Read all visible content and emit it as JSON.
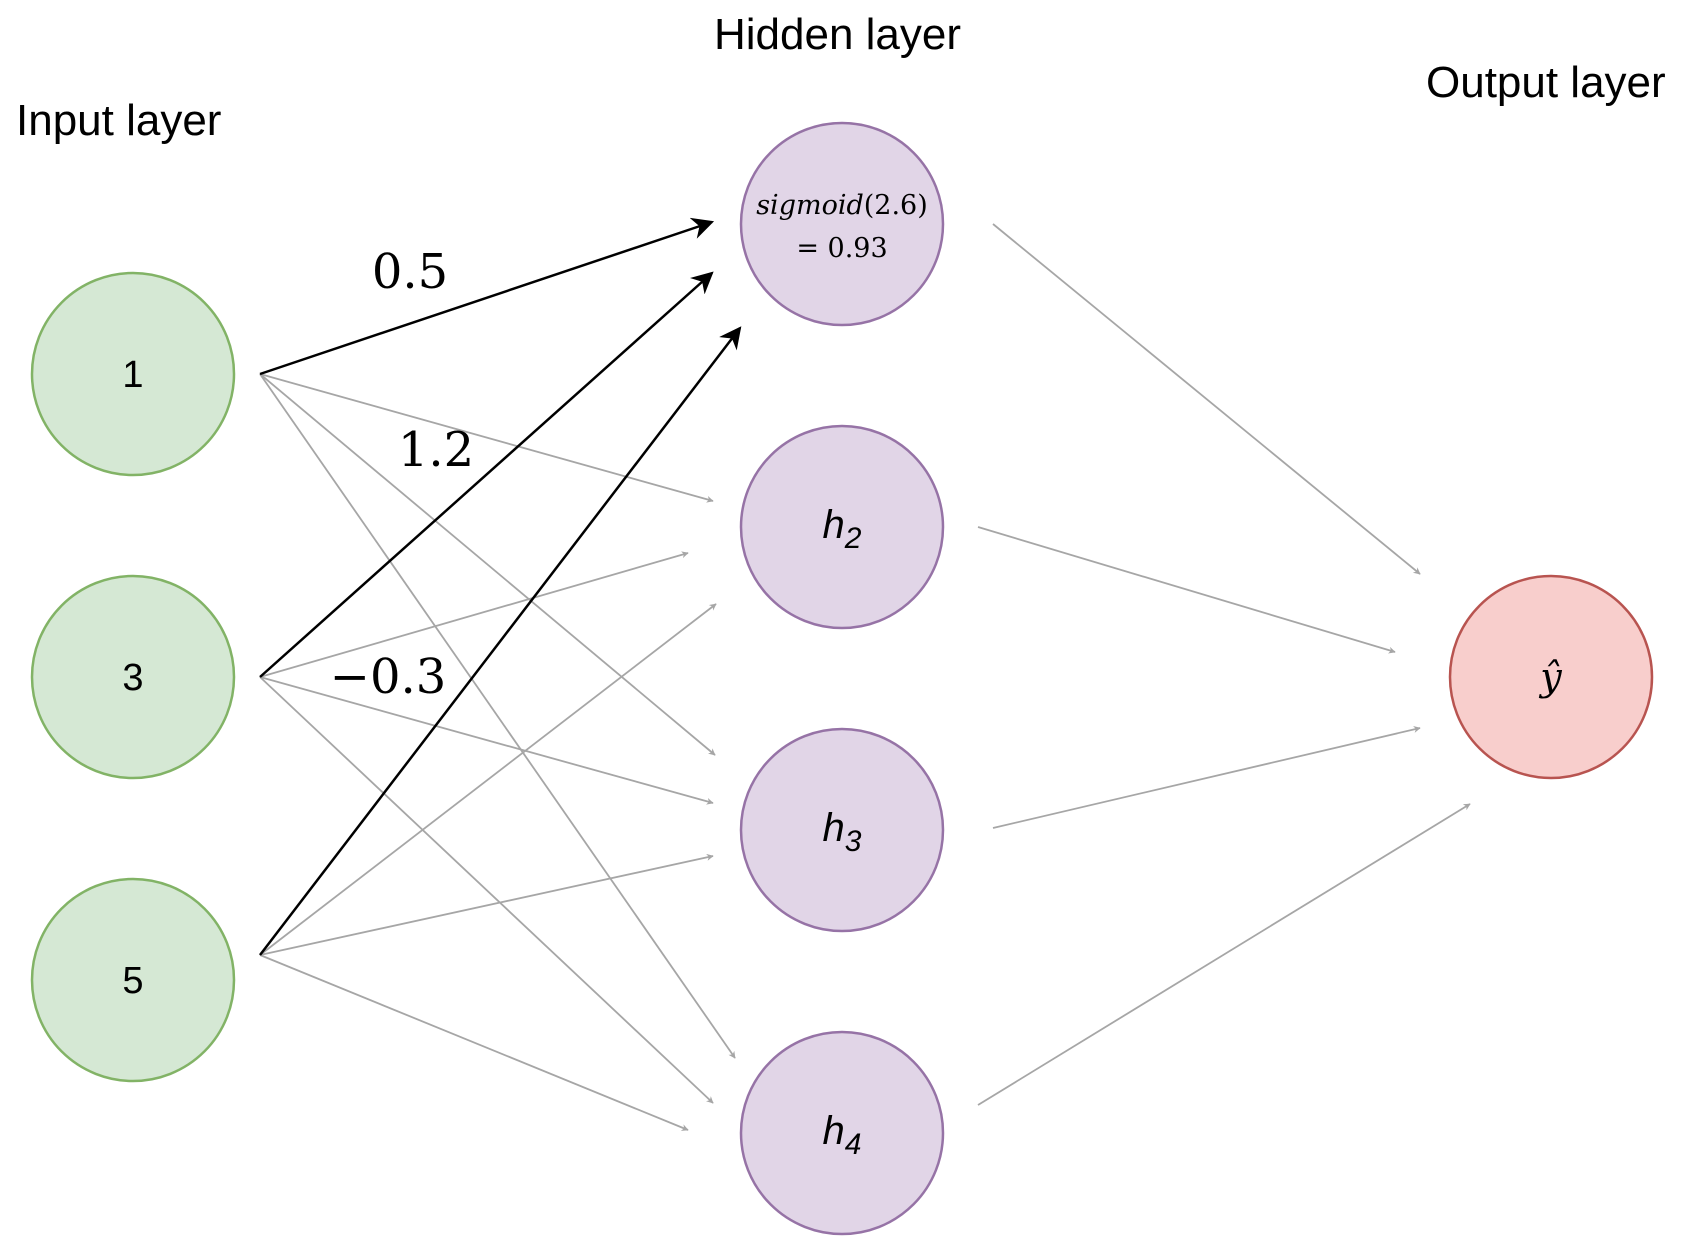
{
  "layers": {
    "input": {
      "title": "Input layer",
      "nodes": [
        {
          "label": "1"
        },
        {
          "label": "3"
        },
        {
          "label": "5"
        }
      ]
    },
    "hidden": {
      "title": "Hidden layer",
      "nodes": [
        {
          "line1_fn": "sigmoid",
          "line1_arg": "(2.6)",
          "line2": "= 0.93"
        },
        {
          "label": "h",
          "sub": "2"
        },
        {
          "label": "h",
          "sub": "3"
        },
        {
          "label": "h",
          "sub": "4"
        }
      ]
    },
    "output": {
      "title": "Output layer",
      "nodes": [
        {
          "label": "ŷ"
        }
      ]
    }
  },
  "weights": [
    {
      "from": "input-1",
      "to": "hidden-1",
      "label": "0.5"
    },
    {
      "from": "input-3",
      "to": "hidden-1",
      "label": "1.2"
    },
    {
      "from": "input-5",
      "to": "hidden-1",
      "label": "−0.3"
    }
  ],
  "colors": {
    "input_fill": "#d5e8d4",
    "input_stroke": "#82b366",
    "hidden_fill": "#e1d5e7",
    "hidden_stroke": "#9673a6",
    "output_fill": "#f8cecc",
    "output_stroke": "#b85450",
    "edge_gray": "#a6a6a6",
    "edge_highlight": "#000000"
  }
}
